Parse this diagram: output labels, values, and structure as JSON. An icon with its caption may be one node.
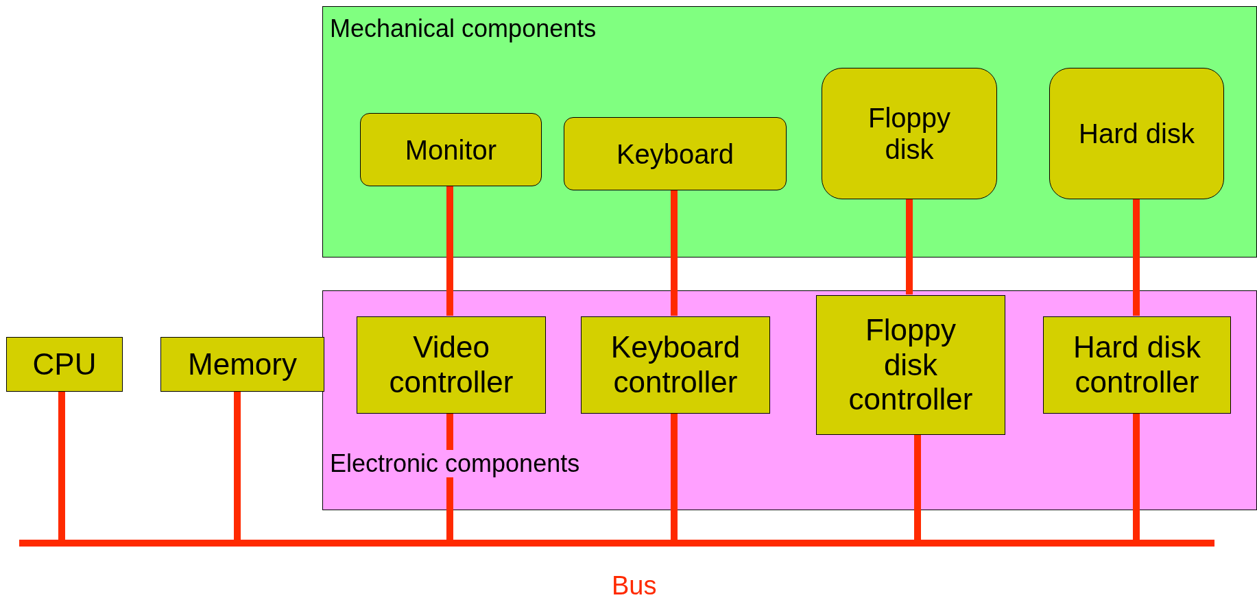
{
  "diagram": {
    "nodes": [
      {
        "text": [
          "Mechanical components"
        ]
      },
      {
        "text": [
          "Monitor"
        ],
        "in": 0
      },
      {
        "text": [
          "Keyboard"
        ],
        "in": 0
      },
      {
        "text": [
          "Floppy disk"
        ],
        "in": 0
      },
      {
        "text": [
          "Hard disk"
        ],
        "in": 0
      },
      {
        "text": [
          "Electronic components"
        ]
      },
      {
        "text": [
          "Video controller"
        ],
        "in": 5
      },
      {
        "text": [
          "Keyboard controller"
        ],
        "in": 5
      },
      {
        "text": [
          "Floppy disk controller"
        ],
        "in": 5
      },
      {
        "text": [
          "Hard disk controller"
        ],
        "in": 5
      },
      {
        "text": [
          "CPU"
        ]
      },
      {
        "text": [
          "Memory"
        ]
      },
      {
        "text": [],
        "shape": "bar",
        "beside": [
          "Bus"
        ]
      }
    ],
    "edges": [
      {
        "from": 1,
        "to": 6,
        "arrow": "none"
      },
      {
        "from": 2,
        "to": 7,
        "arrow": "none"
      },
      {
        "from": 3,
        "to": 8,
        "arrow": "none"
      },
      {
        "from": 4,
        "to": 9,
        "arrow": "none"
      },
      {
        "from": 10,
        "to": 12,
        "arrow": "none"
      },
      {
        "from": 11,
        "to": 12,
        "arrow": "none"
      },
      {
        "from": 6,
        "to": 12,
        "arrow": "none"
      },
      {
        "from": 7,
        "to": 12,
        "arrow": "none"
      },
      {
        "from": 8,
        "to": 12,
        "arrow": "none"
      },
      {
        "from": 9,
        "to": 12,
        "arrow": "none"
      }
    ]
  }
}
